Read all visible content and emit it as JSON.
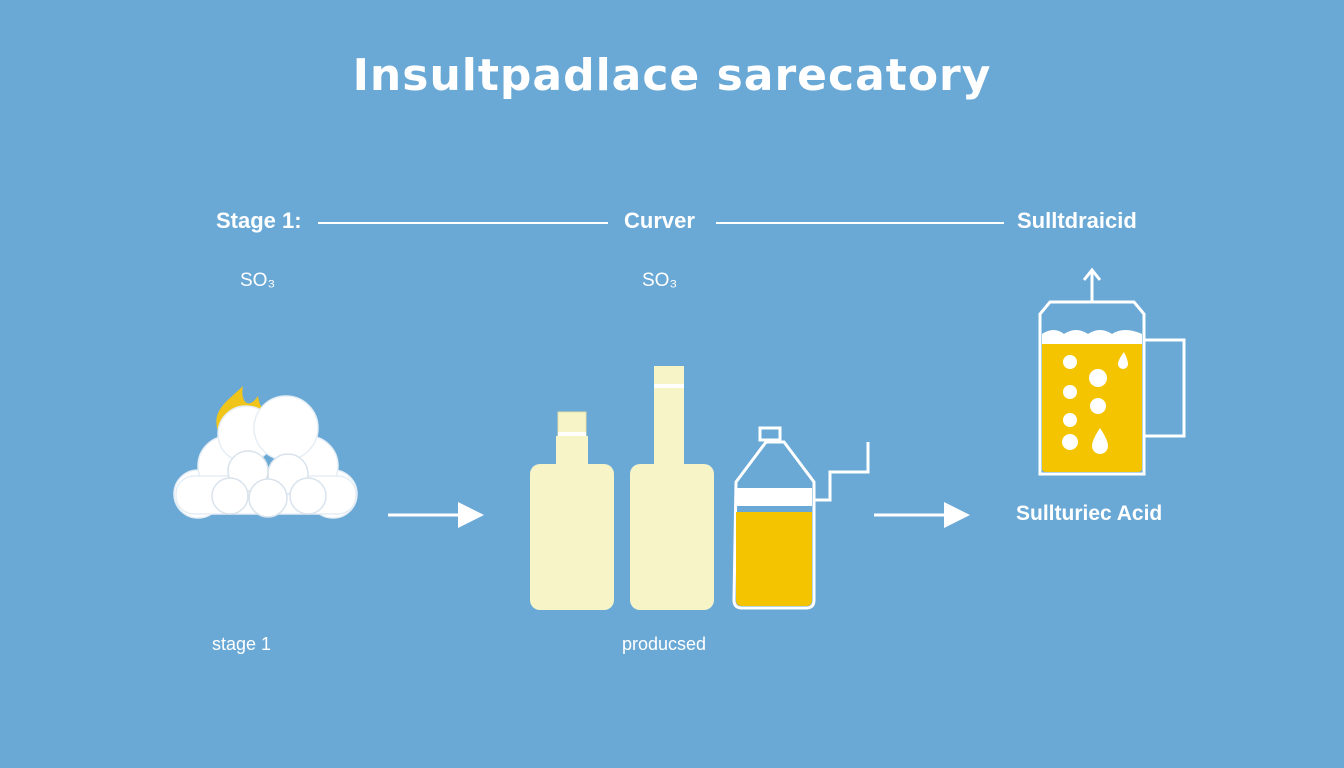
{
  "title": "Insultpadlace sarecatory",
  "stages": {
    "stage1_header": "Stage 1:",
    "middle_header": "Curver",
    "final_header": "Sulltdraicid",
    "stage1_formula": "SO₃",
    "middle_formula": "SO₃",
    "stage1_caption": "stage 1",
    "middle_caption": "producsed",
    "final_caption": "Sullturiec Acid"
  },
  "colors": {
    "background": "#6aa9d6",
    "flame": "#f0c419",
    "liquid": "#f5c400",
    "bottle": "#f7f5c8",
    "stroke": "#ffffff"
  }
}
